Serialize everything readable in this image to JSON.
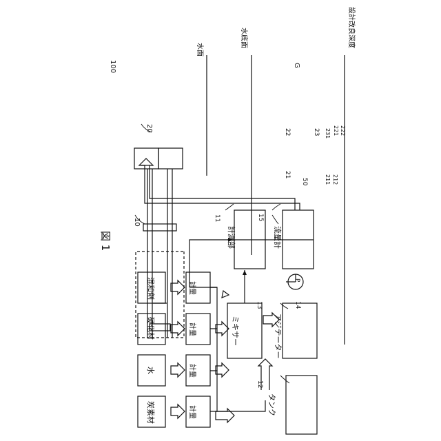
{
  "figure_title": "図 1",
  "system_ref": "10",
  "overall_ref": "100",
  "blocks": {
    "carbon": "炭素材",
    "water": "水",
    "hardener": "硬化材",
    "admixture": "混和剤",
    "meter": "計量",
    "mixer": "ミキサー",
    "agitator": "アジテーター",
    "measure_unit": "計測部",
    "flowmeter": "流量計",
    "tank": "タンク",
    "pump": "P"
  },
  "refs": {
    "measure_unit": "11",
    "tank": "12",
    "mixer": "13",
    "agitator": "14",
    "flowmeter": "15",
    "machine": "20",
    "r21": "21",
    "r22": "22",
    "r23": "23",
    "r231": "231",
    "r221": "221",
    "r222": "222",
    "r211": "211",
    "r212": "212",
    "r50": "50"
  },
  "levels": {
    "water_surface": "水面",
    "water_bottom": "水底面",
    "design_depth": "設計改良深度",
    "ground": "G"
  }
}
